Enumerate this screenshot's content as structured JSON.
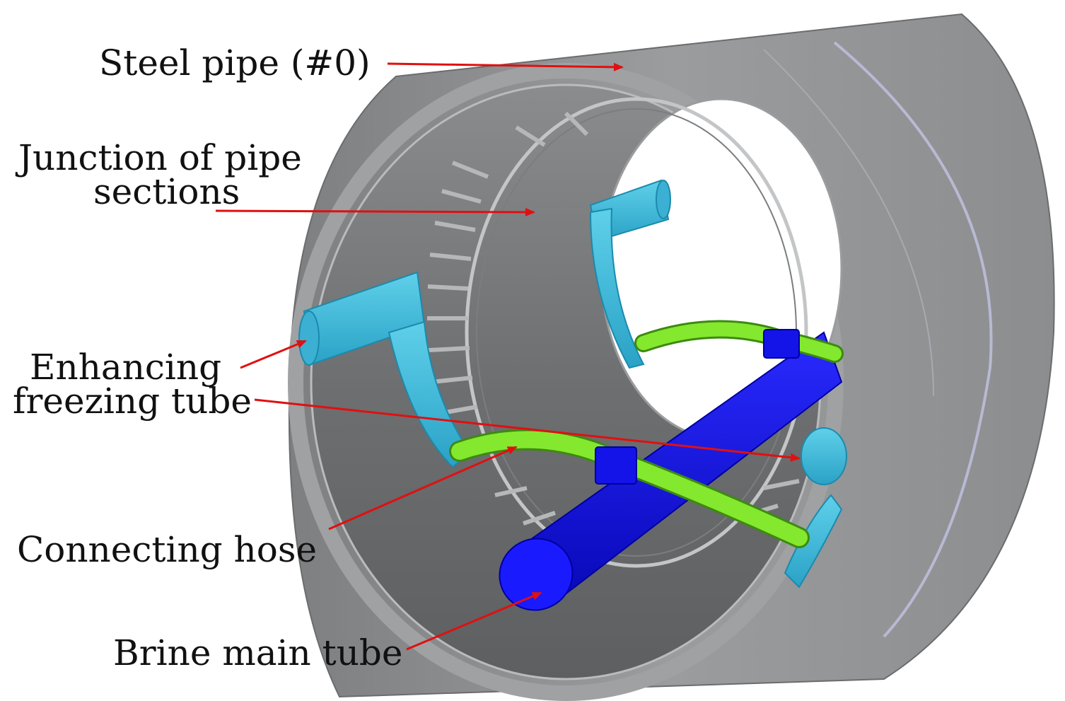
{
  "labels": {
    "steel_pipe": "Steel pipe (#0)",
    "junction_line1": "Junction of pipe",
    "junction_line2": "sections",
    "enhancing_line1": "Enhancing",
    "enhancing_line2": "freezing tube",
    "connecting_hose": "Connecting hose",
    "brine_main_tube": "Brine main tube"
  },
  "colors": {
    "pipe_outer": "#8f9193",
    "pipe_inner": "#6f7173",
    "pipe_edge": "#b9bbbd",
    "freezing_tube": "#3fb8d8",
    "connecting_hose": "#7ee02a",
    "brine_tube": "#1010e0",
    "arrow": "#e01010"
  },
  "icons": {
    "arrow_head": "red-arrowhead"
  }
}
